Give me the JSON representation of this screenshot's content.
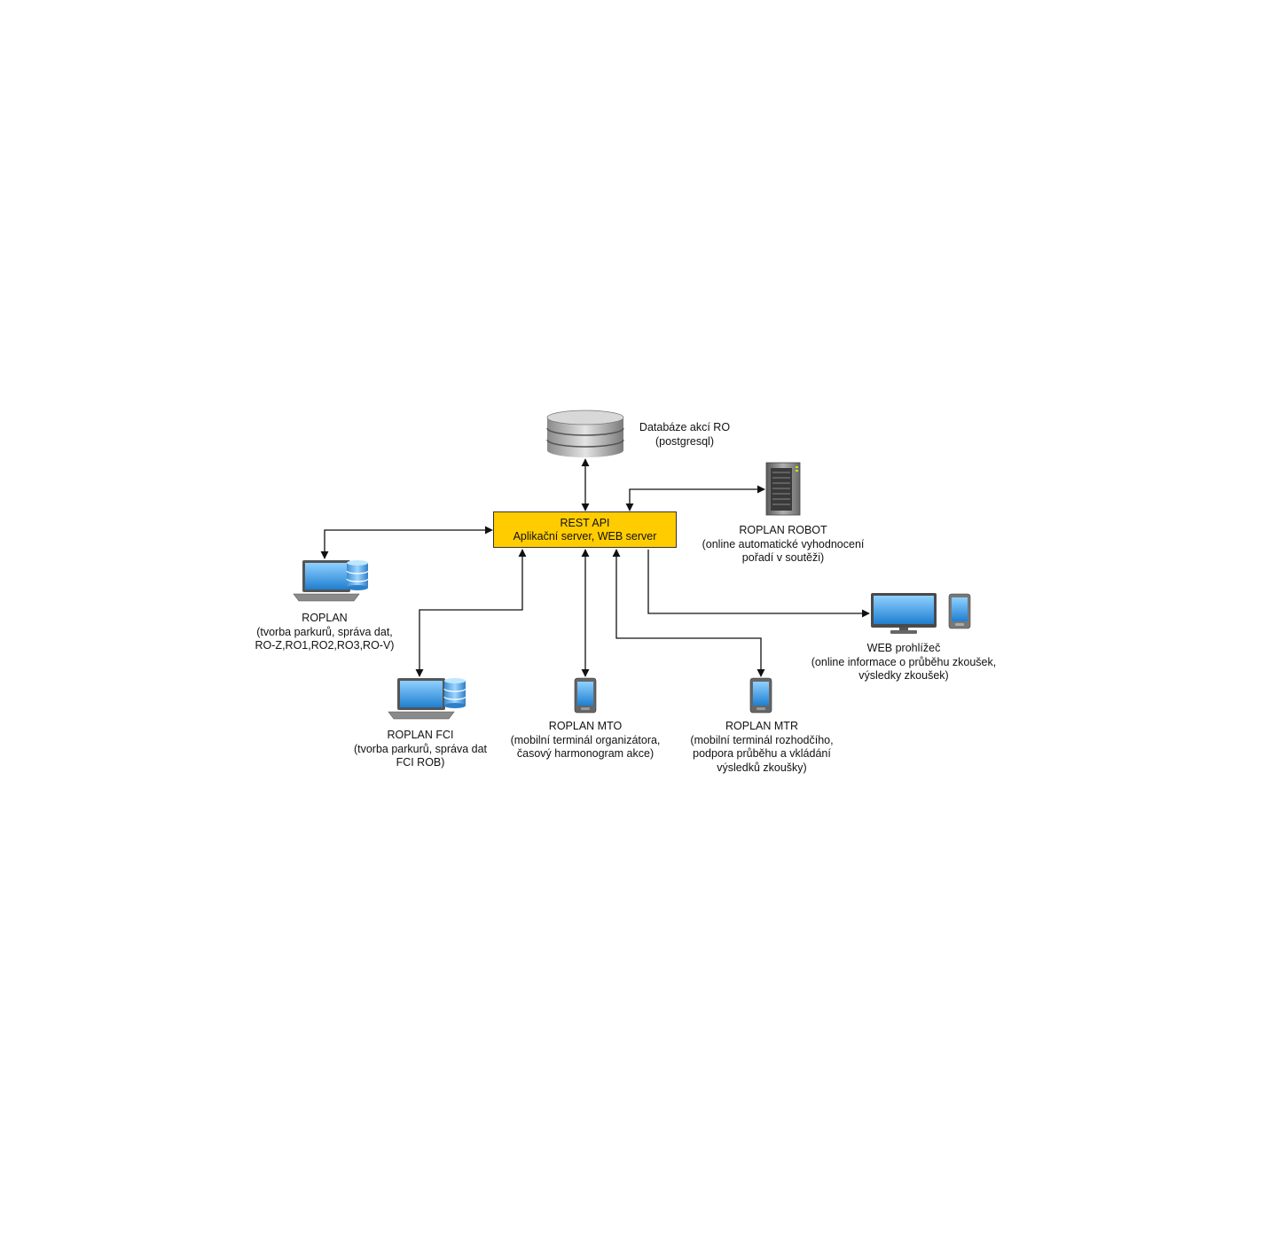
{
  "center": {
    "line1": "REST API",
    "line2": "Aplikační server, WEB server"
  },
  "nodes": {
    "database": {
      "lines": [
        "Databáze akcí RO",
        "(postgresql)"
      ],
      "icon": "database-icon"
    },
    "robot": {
      "lines": [
        "ROPLAN ROBOT",
        "(online automatické vyhodnocení",
        "pořadí v soutěži)"
      ],
      "icon": "server-tower-icon"
    },
    "roplan": {
      "lines": [
        "ROPLAN",
        "(tvorba parkurů, správa dat,",
        "RO-Z,RO1,RO2,RO3,RO-V)"
      ],
      "icon": "laptop-database-icon"
    },
    "roplan_fci": {
      "lines": [
        "ROPLAN FCI",
        "(tvorba parkurů, správa dat",
        "FCI ROB)"
      ],
      "icon": "laptop-database-icon"
    },
    "mto": {
      "lines": [
        "ROPLAN MTO",
        "(mobilní terminál organizátora,",
        "časový harmonogram akce)"
      ],
      "icon": "mobile-phone-icon"
    },
    "mtr": {
      "lines": [
        "ROPLAN MTR",
        "(mobilní terminál rozhodčího,",
        "podpora průběhu a vkládání",
        "výsledků zkoušky)"
      ],
      "icon": "mobile-phone-icon"
    },
    "web": {
      "lines": [
        "WEB prohlížeč",
        "(online informace o průběhu zkoušek,",
        "výsledky zkoušek)"
      ],
      "icon": "monitor-tablet-icon"
    }
  },
  "colors": {
    "center_fill": "#ffcc00",
    "arrow": "#111111",
    "screen_blue": "#3a9be0"
  }
}
